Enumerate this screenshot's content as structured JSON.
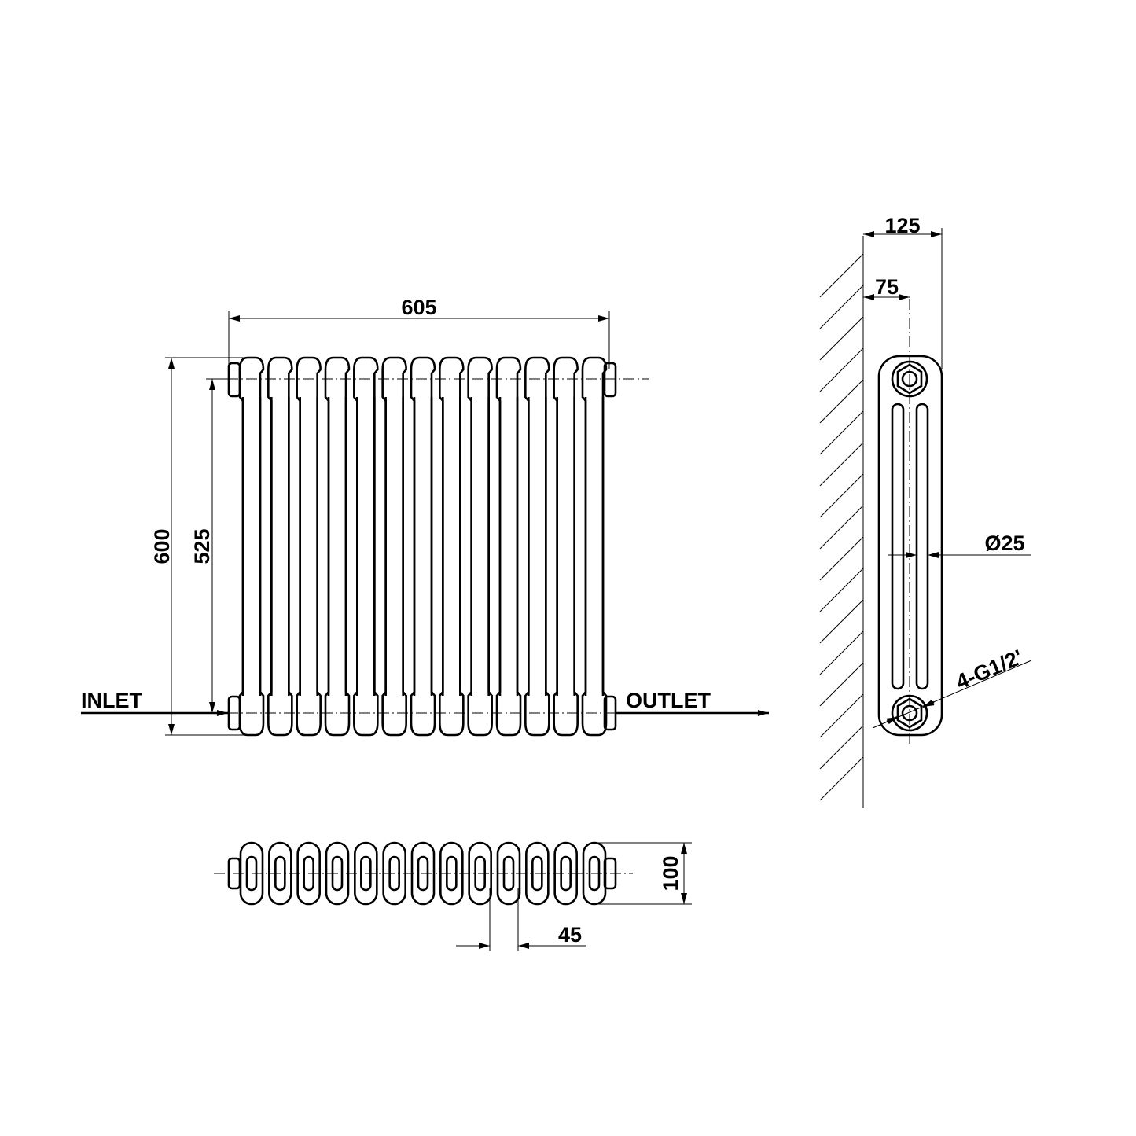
{
  "front_view": {
    "column_count": 13,
    "dim_width": "605",
    "dim_height": "600",
    "dim_centres": "525",
    "inlet_label": "INLET",
    "outlet_label": "OUTLET"
  },
  "plan_view": {
    "dim_depth": "100",
    "dim_pitch": "45"
  },
  "side_view": {
    "dim_wall_total": "125",
    "dim_wall_centre": "75",
    "dim_tube": "Ø25",
    "dim_connections": "4-G1/2'"
  }
}
